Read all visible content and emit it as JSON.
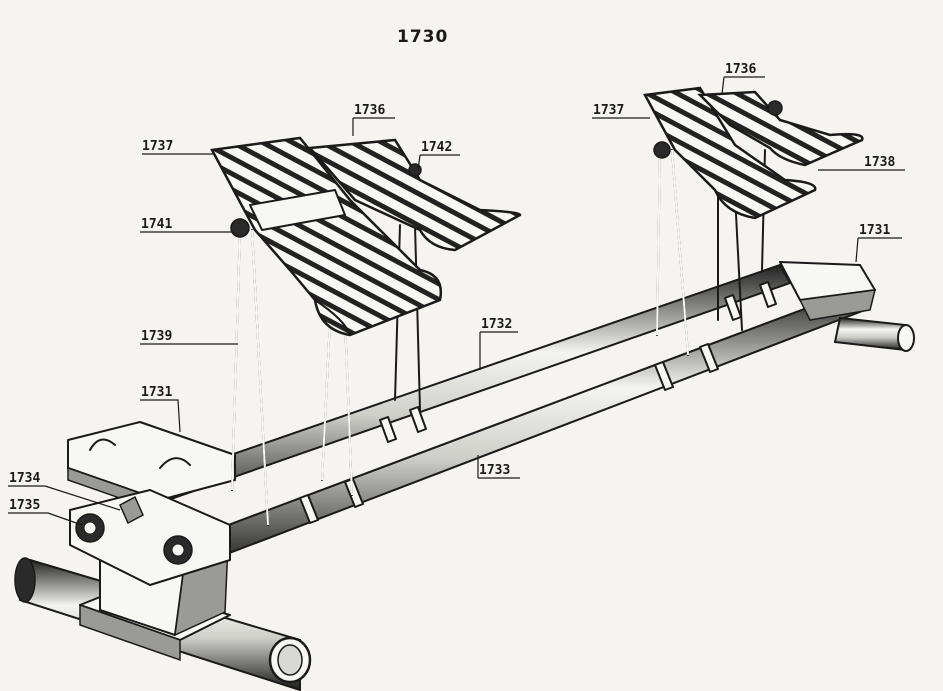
{
  "title": "1730",
  "labels": {
    "l1736a": "1736",
    "l1737a": "1737",
    "l1742": "1742",
    "l1741": "1741",
    "l1739": "1739",
    "l1731a": "1731",
    "l1734": "1734",
    "l1735": "1735",
    "l1732": "1732",
    "l1733": "1733",
    "l1736b": "1736",
    "l1737b": "1737",
    "l1738": "1738",
    "l1731b": "1731"
  }
}
